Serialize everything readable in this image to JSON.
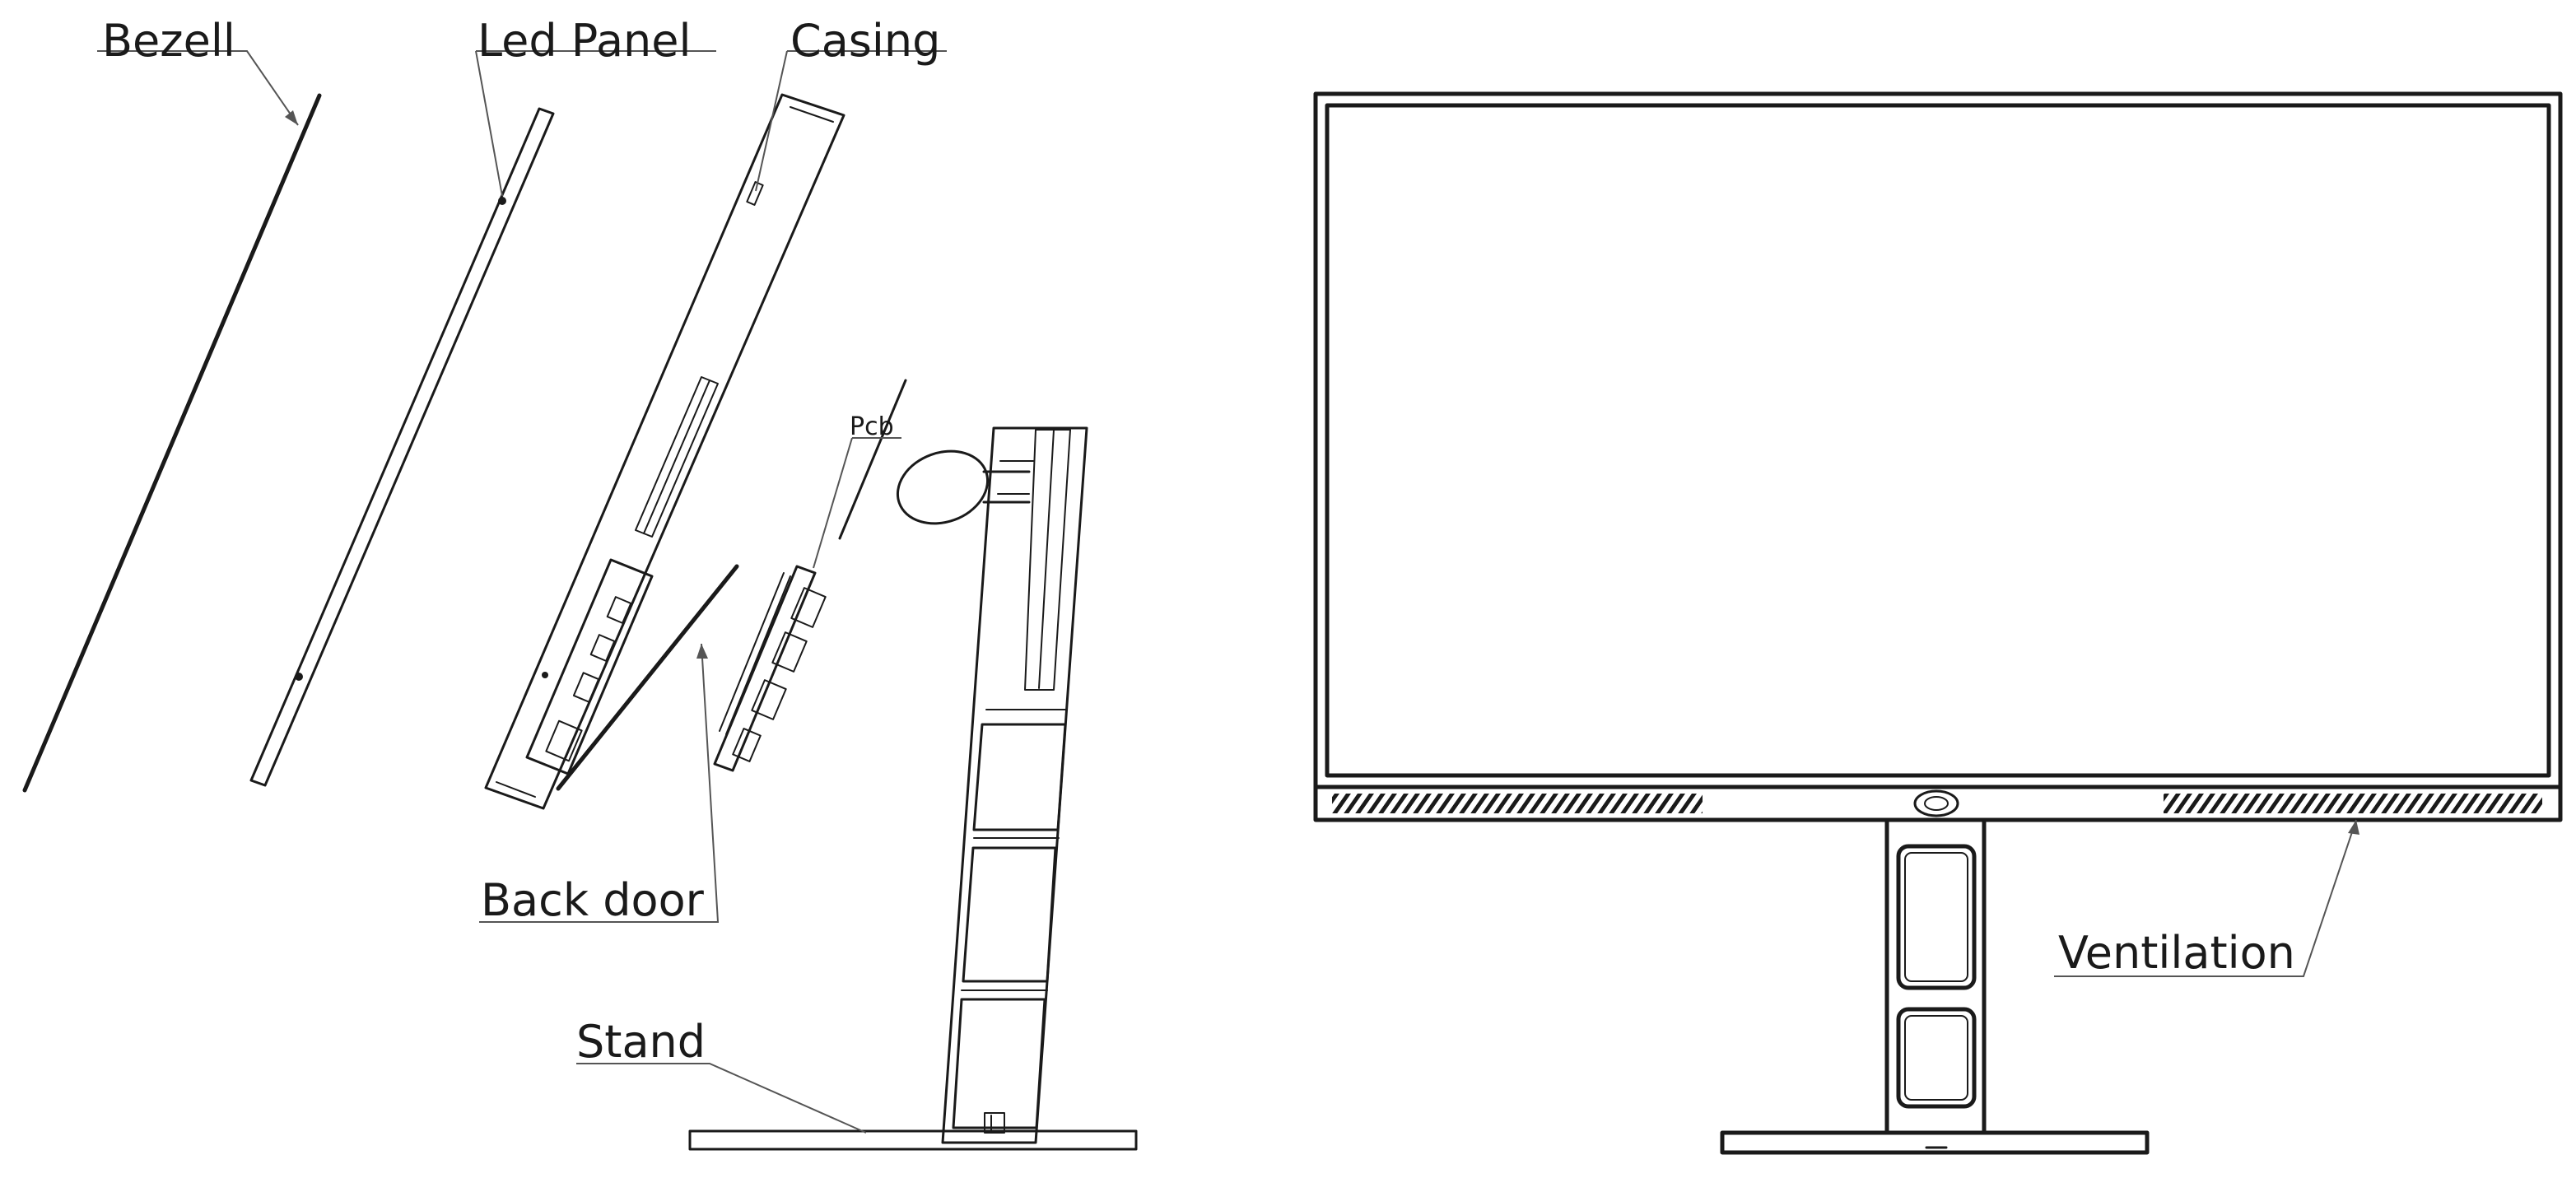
{
  "labels": {
    "bezell": "Bezell",
    "led_panel": "Led Panel",
    "casing": "Casing",
    "pcb": "Pcb",
    "back_door": "Back door",
    "stand": "Stand",
    "ventilation": "Ventilation"
  },
  "colors": {
    "line": "#1a1a1a",
    "leader": "#555555",
    "background": "#ffffff"
  }
}
